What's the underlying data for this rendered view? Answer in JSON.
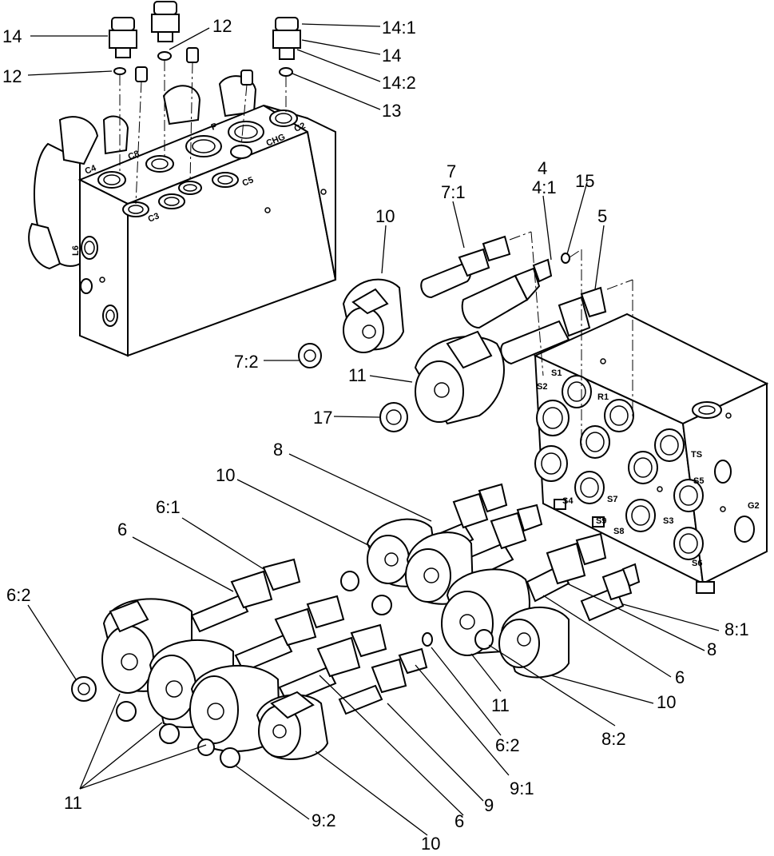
{
  "callouts": [
    {
      "id": "c1",
      "text": "14"
    },
    {
      "id": "c2",
      "text": "12"
    },
    {
      "id": "c3",
      "text": "12"
    },
    {
      "id": "c4",
      "text": "14:1"
    },
    {
      "id": "c5",
      "text": "14"
    },
    {
      "id": "c6",
      "text": "14:2"
    },
    {
      "id": "c7",
      "text": "13"
    },
    {
      "id": "c8",
      "text": "7"
    },
    {
      "id": "c9",
      "text": "7:1"
    },
    {
      "id": "c10",
      "text": "4"
    },
    {
      "id": "c11",
      "text": "4:1"
    },
    {
      "id": "c12",
      "text": "15"
    },
    {
      "id": "c13",
      "text": "5"
    },
    {
      "id": "c14",
      "text": "10"
    },
    {
      "id": "c15",
      "text": "7:2"
    },
    {
      "id": "c16",
      "text": "11"
    },
    {
      "id": "c17",
      "text": "17"
    },
    {
      "id": "c18",
      "text": "8"
    },
    {
      "id": "c19",
      "text": "10"
    },
    {
      "id": "c20",
      "text": "6:1"
    },
    {
      "id": "c21",
      "text": "6"
    },
    {
      "id": "c22",
      "text": "6:2"
    },
    {
      "id": "c23",
      "text": "8:1"
    },
    {
      "id": "c24",
      "text": "8"
    },
    {
      "id": "c25",
      "text": "6"
    },
    {
      "id": "c26",
      "text": "10"
    },
    {
      "id": "c27",
      "text": "11"
    },
    {
      "id": "c28",
      "text": "8:2"
    },
    {
      "id": "c29",
      "text": "6:2"
    },
    {
      "id": "c30",
      "text": "9:1"
    },
    {
      "id": "c31",
      "text": "11"
    },
    {
      "id": "c32",
      "text": "9"
    },
    {
      "id": "c33",
      "text": "6"
    },
    {
      "id": "c34",
      "text": "9:2"
    },
    {
      "id": "c35",
      "text": "10"
    }
  ],
  "ports_upper_block": {
    "c4": "C4",
    "c8": "C8",
    "p": "P",
    "chg": "CHG",
    "c2": "C2",
    "c3": "C3",
    "c5": "C5",
    "l6": "L6"
  },
  "ports_lower_block": {
    "s1": "S1",
    "s2": "S2",
    "r1": "R1",
    "ts": "TS",
    "s5": "S5",
    "s4": "S4",
    "s7": "S7",
    "s9": "S9",
    "s8": "S8",
    "s3": "S3",
    "g2": "G2",
    "s6": "S6"
  }
}
